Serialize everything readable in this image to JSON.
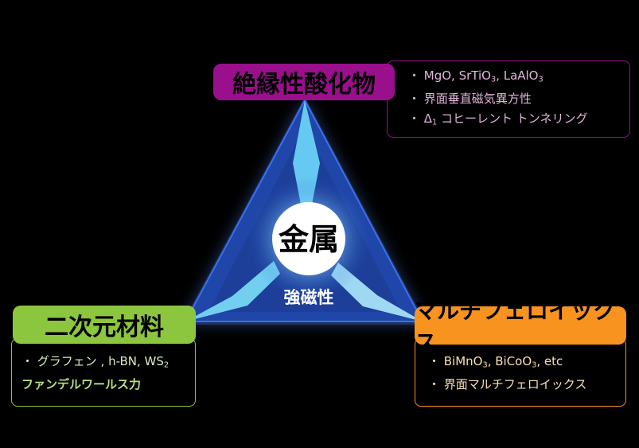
{
  "center": {
    "title": "金属",
    "subtitle": "強磁性"
  },
  "oxide": {
    "title": "絶縁性酸化物",
    "items": [
      {
        "main": "・ MgO, SrTiO",
        "sub": "3",
        "tail": ", LaAlO",
        "sub2": "3"
      },
      {
        "main": "・ 界面垂直磁気異方性"
      },
      {
        "main": "・ Δ",
        "sub": "1",
        "tail": " コヒーレント トンネリング"
      }
    ],
    "color": "#9a0f8c"
  },
  "twod": {
    "title": "二次元材料",
    "items": [
      {
        "main": "・ グラフェン , h-BN, WS",
        "sub": "2"
      },
      {
        "main": "ファンデルワールス力"
      }
    ],
    "color": "#8cc63f"
  },
  "multiferroics": {
    "title": "マルチフェロイックス",
    "items": [
      {
        "main": "・ BiMnO",
        "sub": "3",
        "tail": ", BiCoO",
        "sub2": "3",
        "tail2": ", etc"
      },
      {
        "main": "・ 界面マルチフェロイックス"
      }
    ],
    "color": "#f7931e"
  }
}
